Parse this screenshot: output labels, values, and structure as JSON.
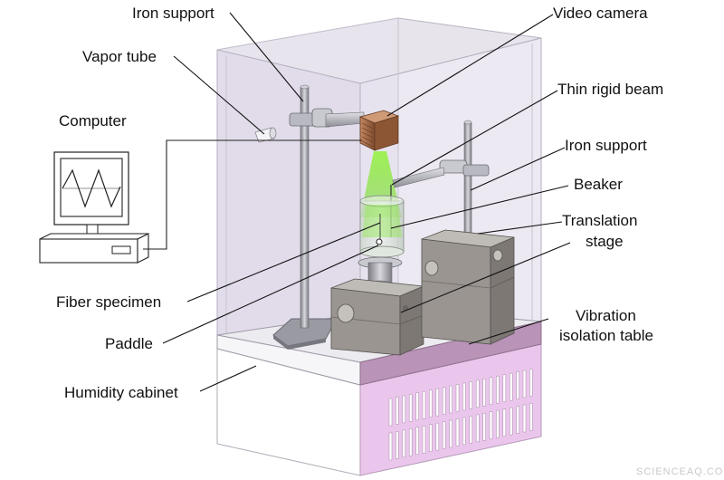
{
  "labels": {
    "iron_support_top": "Iron support",
    "video_camera": "Video camera",
    "vapor_tube": "Vapor tube",
    "thin_rigid_beam": "Thin rigid beam",
    "computer": "Computer",
    "iron_support_right": "Iron support",
    "beaker": "Beaker",
    "translation_stage_1": "Translation",
    "translation_stage_2": "stage",
    "fiber_specimen": "Fiber specimen",
    "paddle": "Paddle",
    "vibration_1": "Vibration",
    "vibration_2": "isolation table",
    "humidity_cabinet": "Humidity cabinet"
  },
  "watermark": "SCIENCEAQ.COM",
  "colors": {
    "cabinet_glass": "#ddd6e6",
    "cabinet_lower": "#e6bfe8",
    "camera": "#a96b46",
    "light_beam": "#7fe040",
    "metal": "#a9a9b0",
    "stage": "#8f8b88"
  }
}
